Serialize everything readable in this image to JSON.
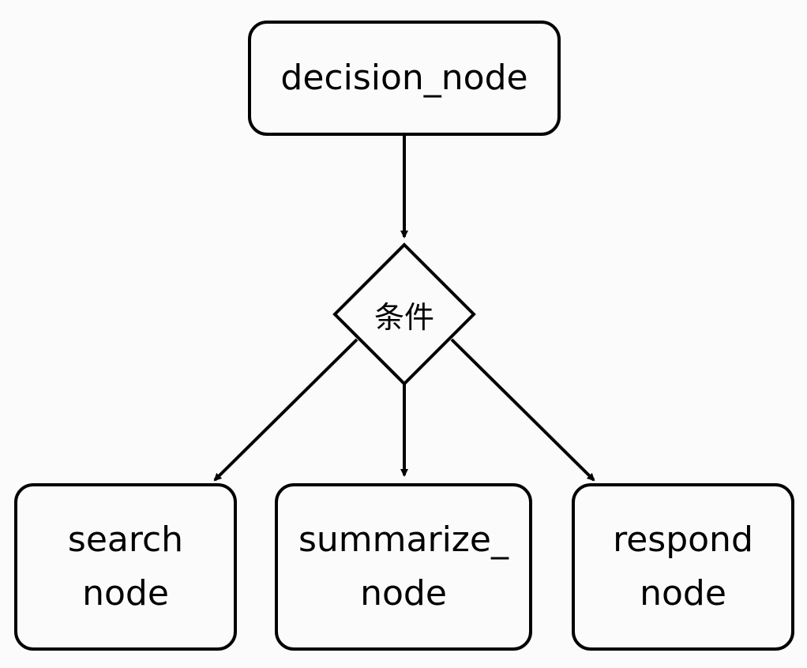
{
  "diagram": {
    "nodes": {
      "decision": {
        "label": "decision_node"
      },
      "condition": {
        "label": "条件"
      },
      "search": {
        "line1": "search",
        "line2": "node"
      },
      "summarize": {
        "line1": "summarize_",
        "line2": "node"
      },
      "respond": {
        "line1": "respond",
        "line2": "node"
      }
    },
    "edges": [
      {
        "from": "decision_node",
        "to": "条件"
      },
      {
        "from": "条件",
        "to": "search node"
      },
      {
        "from": "条件",
        "to": "summarize_ node"
      },
      {
        "from": "条件",
        "to": "respond node"
      }
    ]
  },
  "colors": {
    "background": "#fbfbfb",
    "stroke": "#000000"
  }
}
